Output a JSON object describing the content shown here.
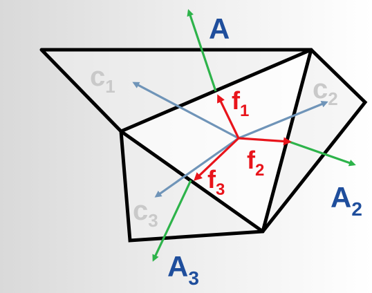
{
  "labels": {
    "A": {
      "main": "A",
      "sub": ""
    },
    "A2": {
      "main": "A",
      "sub": "2"
    },
    "A3": {
      "main": "A",
      "sub": "3"
    },
    "c1": {
      "main": "c",
      "sub": "1"
    },
    "c2": {
      "main": "c",
      "sub": "2"
    },
    "c3": {
      "main": "c",
      "sub": "3"
    },
    "f1": {
      "main": "f",
      "sub": "1"
    },
    "f2": {
      "main": "f",
      "sub": "2"
    },
    "f3": {
      "main": "f",
      "sub": "3"
    }
  },
  "colors": {
    "edge": "#000000",
    "area_vector": "#2db34a",
    "area_label": "#1f4e9c",
    "centroid_vector": "#6f94b8",
    "centroid_label": "#c9c9c9",
    "face_vector": "#e8141b",
    "face_label": "#e8141b"
  }
}
